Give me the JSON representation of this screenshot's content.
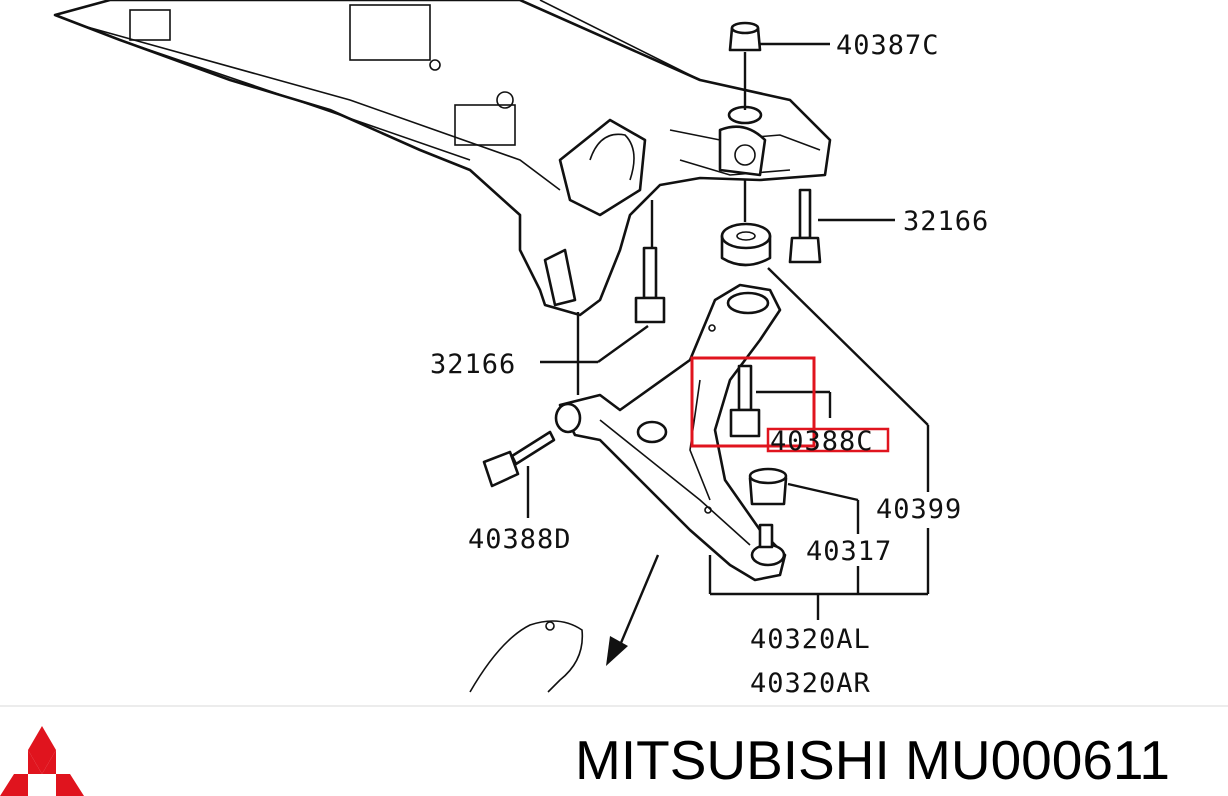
{
  "labels": {
    "l40387c": "40387C",
    "l32166a": "32166",
    "l32166b": "32166",
    "l40388c": "40388C",
    "l40399": "40399",
    "l40388d": "40388D",
    "l40317": "40317",
    "l40320al": "40320AL",
    "l40320ar": "40320AR"
  },
  "footer": {
    "brand": "MITSUBISHI",
    "part_number": "MU000611"
  },
  "colors": {
    "highlight": "#e0141e",
    "logo": "#e0141e",
    "ink": "#111111"
  }
}
